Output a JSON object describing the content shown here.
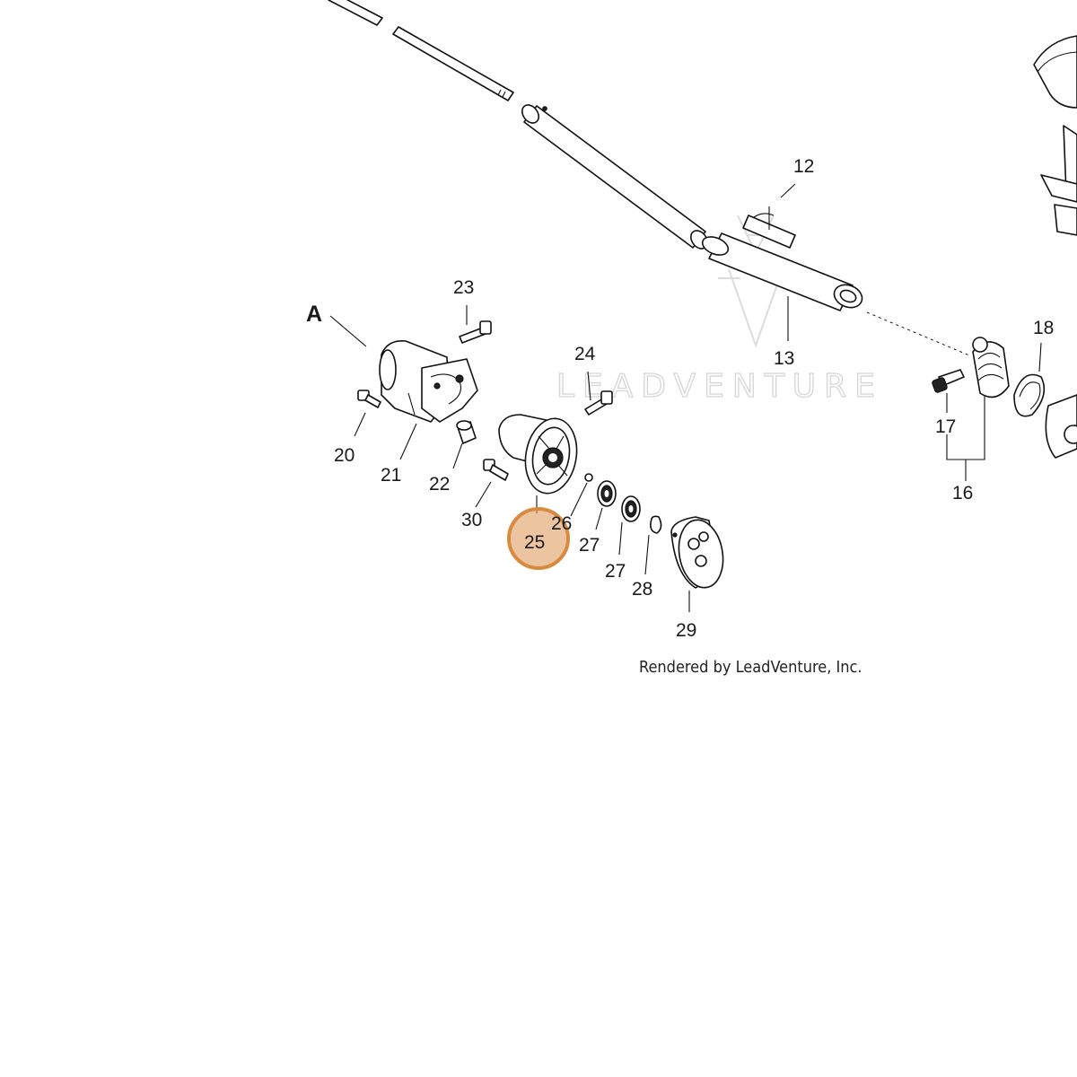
{
  "diagram": {
    "view_label": "A",
    "part_callouts": [
      "12",
      "13",
      "16",
      "17",
      "18",
      "20",
      "21",
      "22",
      "23",
      "24",
      "25",
      "26",
      "27",
      "27",
      "28",
      "29",
      "30"
    ],
    "highlighted_part": "25",
    "highlight_color": "#e09d60",
    "watermark": "LEADVENTURE",
    "credit": "Rendered by LeadVenture, Inc."
  }
}
